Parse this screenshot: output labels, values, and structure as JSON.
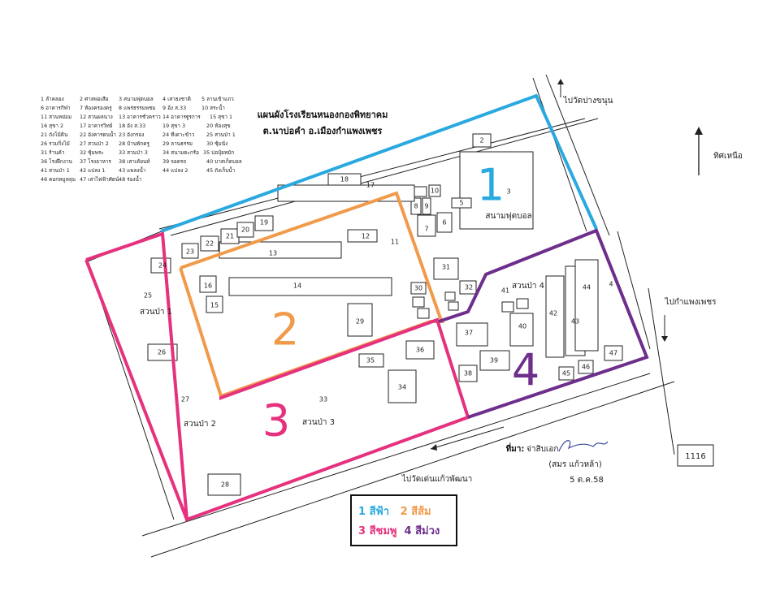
{
  "title": [
    "แผนผังโรงเรียนหนองกองพิทยาคม",
    "ต.นาบ่อคำ อ.เมืองกำแพงเพชร"
  ],
  "legend_items": [
    "1 ลำคลอง",
    "2 ศาลพ่อเสือ",
    "3 สนามฟุตบอล",
    "4 เสาธงชาติ",
    "5 ลานเข้าแถว",
    "6 อาคารกีฬา",
    "7 ห้องครองครู",
    "8 แพร่ธรรมพชม",
    "9 อ้ง ส.33",
    "10 สระน้ำ",
    "11 สวนหย่อม",
    "12 สวนผลนาง",
    "13 อาคารชั่วคราว",
    "14 อาคารฐูรการ",
    "15 สุขา 1",
    "16 สุขา 2",
    "17 อาคารวิทย์",
    "18 อัง ส.33",
    "19 สุขา 3",
    "20 ห้องสุข",
    "21 ถังโม้ดิน",
    "22 อังคารดนน้ำ",
    "23 อังกรอง",
    "24 ที่เดาะข้าว",
    "25 สวนป่า 1",
    "26 รวมกิ่งไม้",
    "27 สวนป่า 2",
    "28 บ้านพักครู",
    "29 ลานธรรม",
    "30 ซุ้มนั่ง",
    "31 ร้านค้า",
    "32 ซุ้มพระ",
    "33 สวนป่า 3",
    "34 สนามตะกร้อ",
    "35 บ่อปุ๋ยหมัก",
    "36 โรงฝึกงาน",
    "37 โรงอาหาร",
    "38 เสาเค้ยนท์",
    "39 จอดรถ",
    "40 บาสเก็ตบอล",
    "41 สวนป่า 1",
    "42 แปลง 1",
    "43 แพลงน้ำ",
    "44 แปลง 2",
    "45 ถังเก็บน้ำ",
    "46 คอกหมูหลุม",
    "47 เสาไฟฟ้าศัตน์",
    "48 ร่องน้ำ"
  ],
  "roads": {
    "top": "ไปวัดปางขนุน",
    "right": "ไปกำแพงเพชร",
    "bottom": "ไปวัดเด่นแก้วพัฒนา",
    "route_no": "1116"
  },
  "north": "ทิศเหนือ",
  "places": {
    "football": "สนามฟุตบอล",
    "forest1": "สวนป่า 1",
    "forest2": "สวนป่า 2",
    "forest3": "สวนป่า 3",
    "forest4": "สวนป่า 4"
  },
  "buildings": [
    "2",
    "3",
    "4",
    "5",
    "6",
    "7",
    "8",
    "9",
    "10",
    "11",
    "12",
    "13",
    "14",
    "15",
    "16",
    "17",
    "18",
    "19",
    "20",
    "21",
    "22",
    "23",
    "24",
    "25",
    "26",
    "27",
    "28",
    "29",
    "30",
    "31",
    "32",
    "33",
    "34",
    "35",
    "36",
    "37",
    "38",
    "39",
    "40",
    "41",
    "42",
    "43",
    "44",
    "45",
    "46",
    "47"
  ],
  "zones": [
    {
      "num": "1",
      "color": "#29a9e0"
    },
    {
      "num": "2",
      "color": "#f09a4a"
    },
    {
      "num": "3",
      "color": "#e5317e"
    },
    {
      "num": "4",
      "color": "#6e2e8c"
    }
  ],
  "legend": [
    {
      "text": "1 สีฟ้า",
      "color": "#29a9e0"
    },
    {
      "text": "2 สีส้ม",
      "color": "#f09a4a"
    },
    {
      "text": "3 สีชมพู",
      "color": "#e5317e"
    },
    {
      "text": "4 สีม่วง",
      "color": "#6e2e8c"
    }
  ],
  "source": {
    "label": "ที่มา:",
    "text": "จ่าสิบเอก",
    "name": "(สมร  แก้วหล้า)",
    "date": "5 ต.ค.58"
  }
}
